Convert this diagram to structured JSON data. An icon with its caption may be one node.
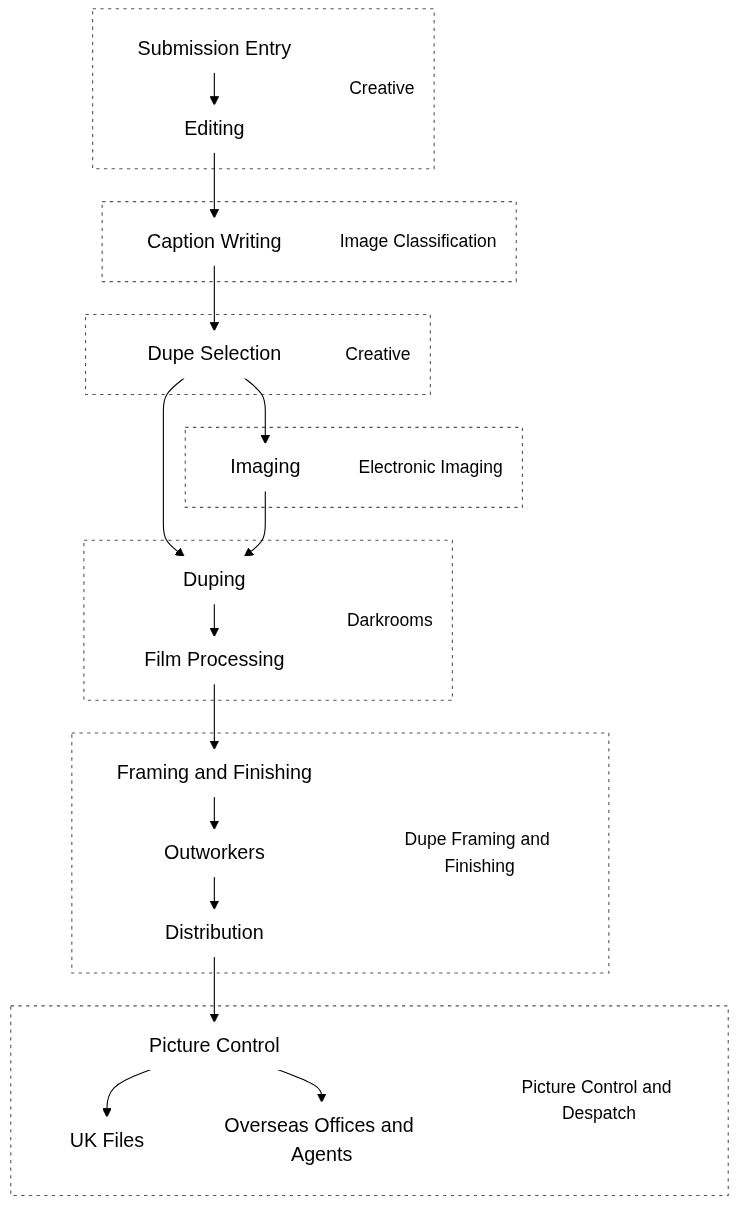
{
  "diagram": {
    "nodes": [
      {
        "text": [
          "Creative"
        ]
      },
      {
        "text": [
          "Submission Entry"
        ],
        "in": 0
      },
      {
        "text": [
          "Editing"
        ],
        "in": 0
      },
      {
        "text": [
          "Image Classification"
        ]
      },
      {
        "text": [
          "Caption Writing"
        ],
        "in": 3
      },
      {
        "text": [
          "Creative"
        ]
      },
      {
        "text": [
          "Dupe Selection"
        ],
        "in": 5
      },
      {
        "text": [
          "Electronic Imaging"
        ]
      },
      {
        "text": [
          "Imaging"
        ],
        "in": 7
      },
      {
        "text": [
          "Darkrooms"
        ]
      },
      {
        "text": [
          "Duping"
        ],
        "in": 9
      },
      {
        "text": [
          "Film Processing"
        ],
        "in": 9
      },
      {
        "text": [
          "Dupe Framing and Finishing"
        ]
      },
      {
        "text": [
          "Framing and Finishing"
        ],
        "in": 12
      },
      {
        "text": [
          "Outworkers"
        ],
        "in": 12
      },
      {
        "text": [
          "Distribution"
        ],
        "in": 12
      },
      {
        "text": [
          "Picture Control and Despatch"
        ]
      },
      {
        "text": [
          "Picture Control"
        ],
        "in": 16
      },
      {
        "text": [
          "UK Files"
        ],
        "in": 16
      },
      {
        "text": [
          "Overseas Offices and Agents"
        ],
        "in": 16
      }
    ],
    "edges": [
      {
        "from": 1,
        "to": 2,
        "arrow": "to"
      },
      {
        "from": 2,
        "to": 4,
        "arrow": "to"
      },
      {
        "from": 4,
        "to": 6,
        "arrow": "to"
      },
      {
        "from": 6,
        "to": 8,
        "arrow": "to"
      },
      {
        "from": 6,
        "to": 10,
        "arrow": "to"
      },
      {
        "from": 8,
        "to": 10,
        "arrow": "to"
      },
      {
        "from": 10,
        "to": 11,
        "arrow": "to"
      },
      {
        "from": 11,
        "to": 13,
        "arrow": "to"
      },
      {
        "from": 13,
        "to": 14,
        "arrow": "to"
      },
      {
        "from": 14,
        "to": 15,
        "arrow": "to"
      },
      {
        "from": 15,
        "to": 17,
        "arrow": "to"
      },
      {
        "from": 17,
        "to": 18,
        "arrow": "to"
      },
      {
        "from": 17,
        "to": 19,
        "arrow": "to"
      }
    ]
  }
}
